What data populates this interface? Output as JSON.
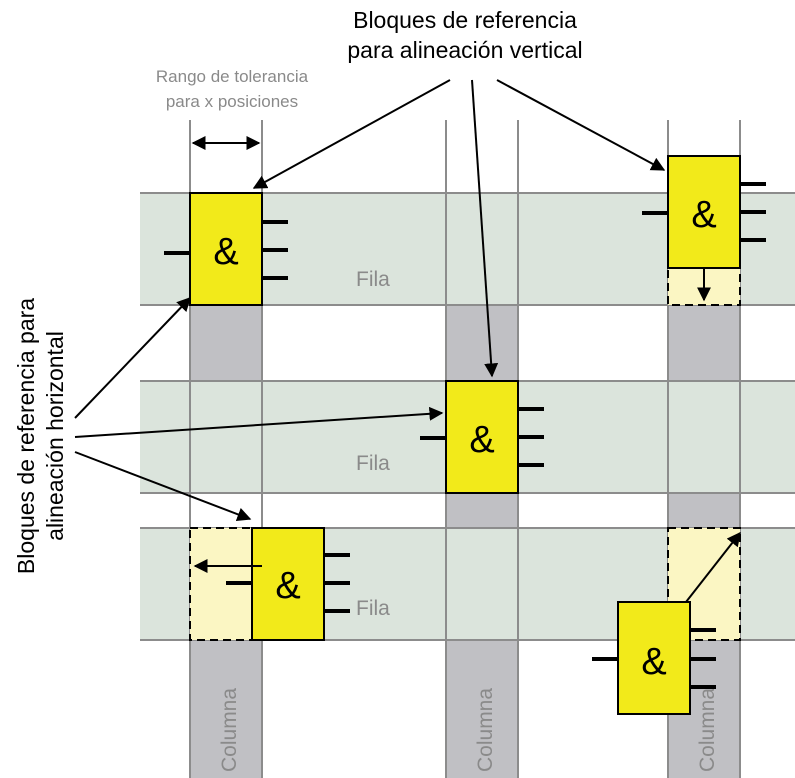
{
  "labels": {
    "vertical_ref_line1": "Bloques de referencia",
    "vertical_ref_line2": "para alineación vertical",
    "tolerance_line1": "Rango de tolerancia",
    "tolerance_line2": "para x posiciones",
    "horizontal_ref_line1": "Bloques de referencia para",
    "horizontal_ref_line2": "alineación horizontal",
    "row": "Fila",
    "column": "Columna",
    "and_symbol": "&"
  },
  "colors": {
    "row_band": "#dbe4dc",
    "column_band": "#c0c0c4",
    "block_fill": "#f2ea1a",
    "ghost_fill": "#fbf6c3",
    "grid_line": "#8c8c8c",
    "label_gray": "#8a8a8a"
  }
}
